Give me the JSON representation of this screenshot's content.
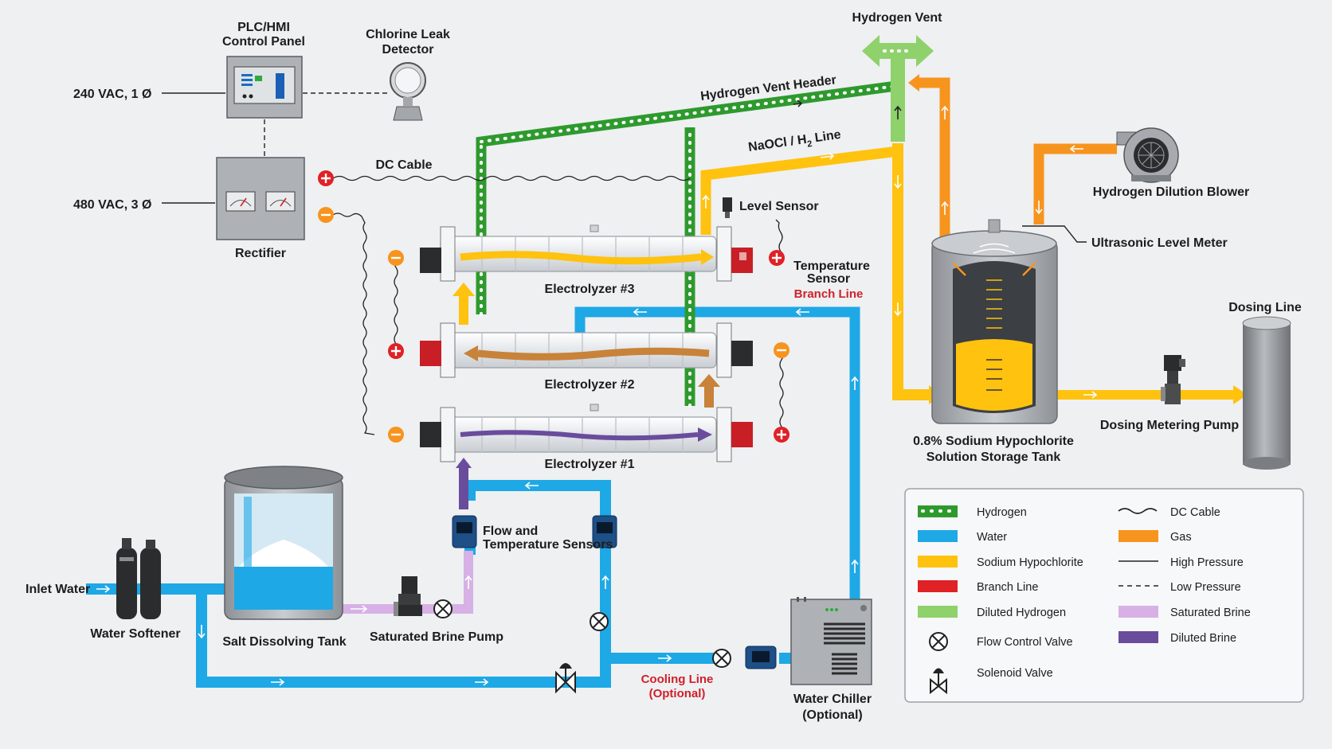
{
  "labels": {
    "plc_line1": "PLC/HMI",
    "plc_line2": "Control Panel",
    "chlorine_line1": "Chlorine Leak",
    "chlorine_line2": "Detector",
    "hydrogen_vent": "Hydrogen Vent",
    "vac240": "240 VAC, 1 Ø",
    "vac480": "480 VAC, 3 Ø",
    "rectifier": "Rectifier",
    "dc_cable": "DC Cable",
    "vent_header": "Hydrogen Vent Header",
    "naocl_line": "NaOCl / H",
    "naocl_sub": "2",
    "naocl_end": " Line",
    "level_sensor": "Level Sensor",
    "temp_sensor_line1": "Temperature",
    "temp_sensor_line2": "Sensor",
    "branch_line": "Branch Line",
    "electrolyzer3": "Electrolyzer #3",
    "electrolyzer2": "Electrolyzer #2",
    "electrolyzer1": "Electrolyzer #1",
    "blower": "Hydrogen Dilution Blower",
    "ultrasonic": "Ultrasonic Level Meter",
    "dosing_line": "Dosing Line",
    "dosing_pump": "Dosing Metering Pump",
    "storage_line1": "0.8% Sodium Hypochlorite",
    "storage_line2": "Solution Storage Tank",
    "inlet_water": "Inlet Water",
    "softener": "Water Softener",
    "salt_tank": "Salt Dissolving Tank",
    "brine_pump": "Saturated Brine Pump",
    "flow_line1": "Flow and",
    "flow_line2": "Temperature Sensors",
    "cooling_line1": "Cooling Line",
    "cooling_line2": "(Optional)",
    "chiller_line1": "Water Chiller",
    "chiller_line2": "(Optional)"
  },
  "legend": {
    "items": [
      {
        "label": "Hydrogen",
        "swatch": "hydrogen"
      },
      {
        "label": "Water",
        "swatch": "water"
      },
      {
        "label": "Sodium Hypochlorite",
        "swatch": "hypochlorite"
      },
      {
        "label": "Branch Line",
        "swatch": "branch"
      },
      {
        "label": "Diluted Hydrogen",
        "swatch": "diluted-hydrogen"
      },
      {
        "label": "Flow Control Valve",
        "swatch": "flow-valve-icon"
      },
      {
        "label": "Solenoid Valve",
        "swatch": "solenoid-valve-icon"
      },
      {
        "label": "DC Cable",
        "swatch": "dc-cable"
      },
      {
        "label": "Gas",
        "swatch": "gas"
      },
      {
        "label": "High Pressure",
        "swatch": "high-pressure"
      },
      {
        "label": "Low Pressure",
        "swatch": "low-pressure"
      },
      {
        "label": "Saturated Brine",
        "swatch": "saturated-brine"
      },
      {
        "label": "Diluted Brine",
        "swatch": "diluted-brine"
      }
    ]
  },
  "colors": {
    "hydrogen": "#2e9a2e",
    "water": "#1ea8e6",
    "hypochlorite": "#ffc20e",
    "branch": "#e02126",
    "diluted_hydrogen": "#8fd16b",
    "gas": "#f7941d",
    "saturated_brine": "#d7b0e6",
    "diluted_brine": "#6a4c9c",
    "electrolyzer2_flow": "#c8823a",
    "background": "#eef0f2"
  }
}
